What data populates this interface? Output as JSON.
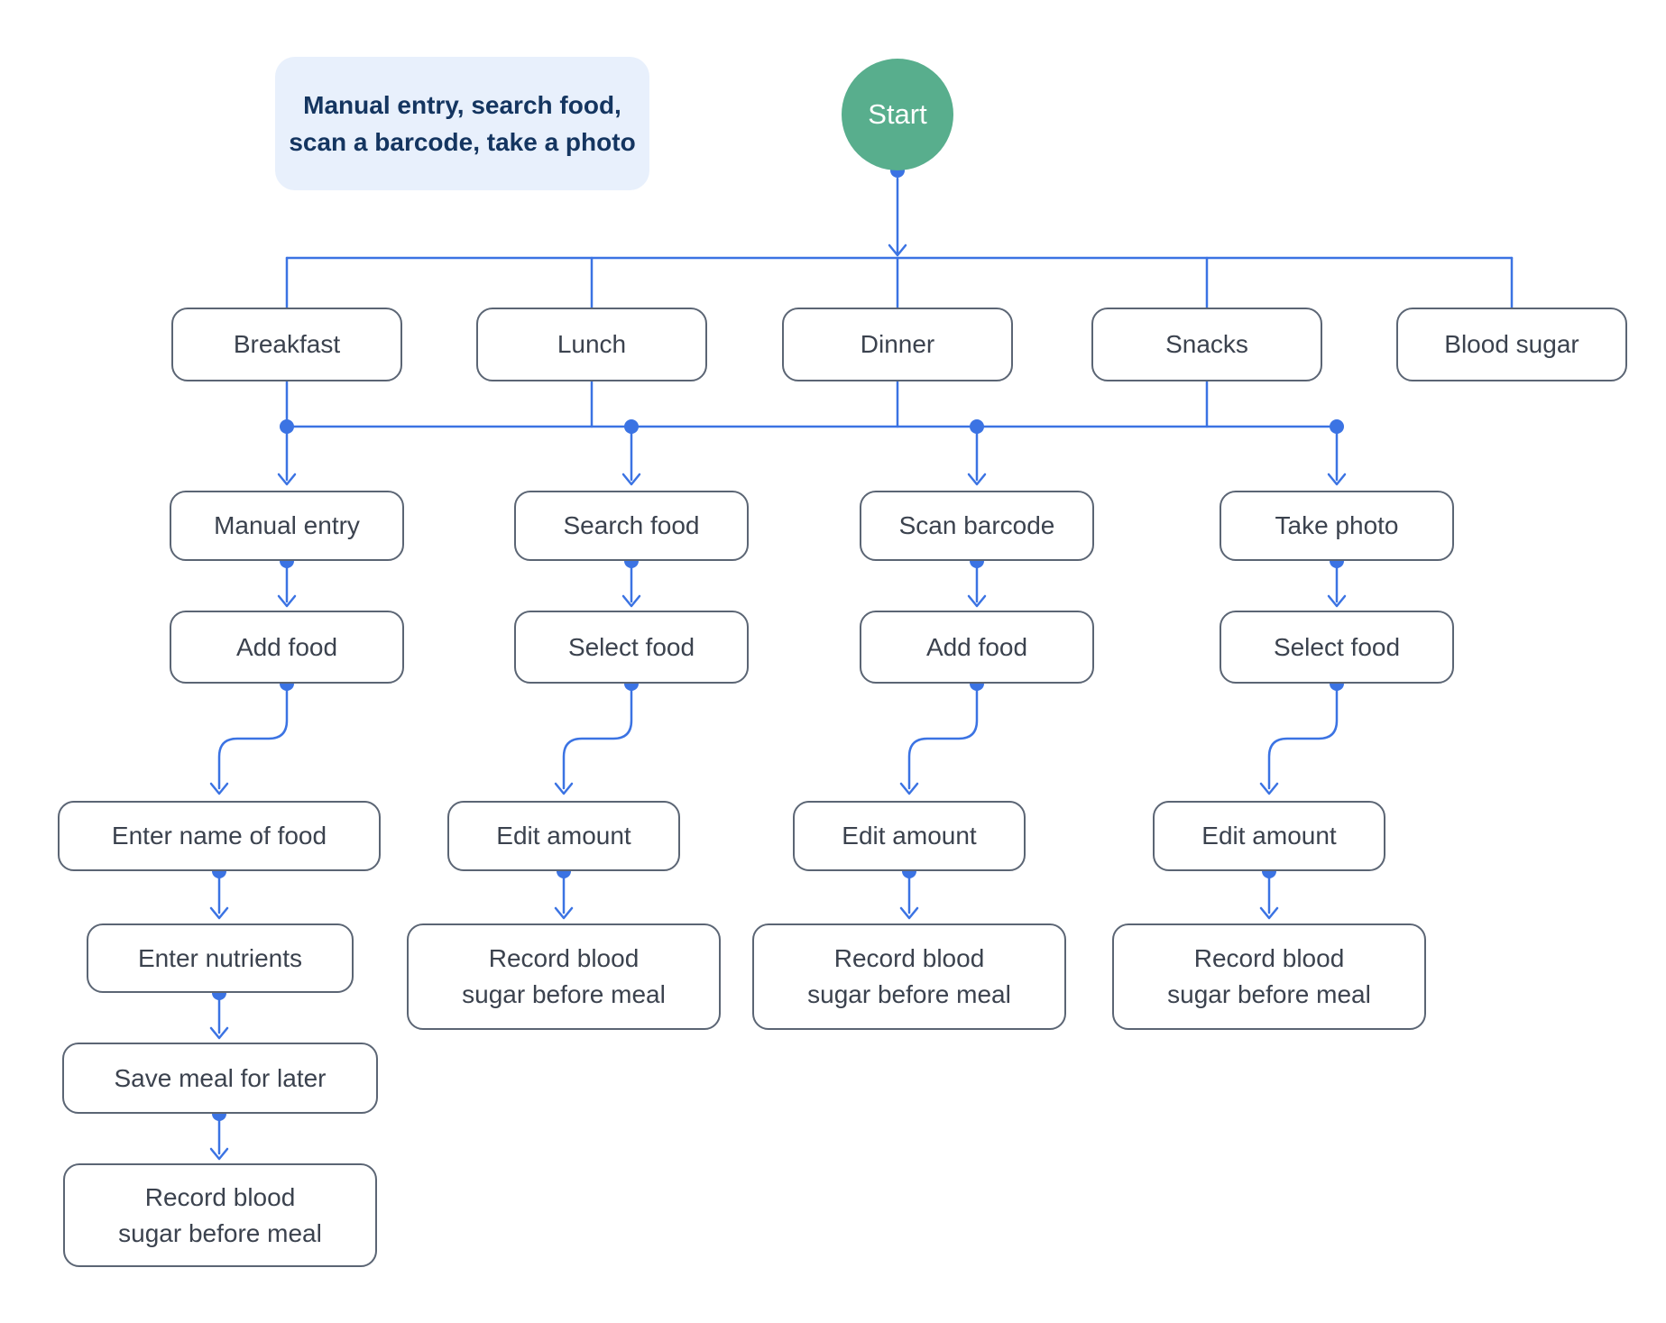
{
  "flow": {
    "note": {
      "line1": "Manual entry, search food,",
      "line2": "scan a barcode, take a photo"
    },
    "start": "Start",
    "meals": {
      "breakfast": "Breakfast",
      "lunch": "Lunch",
      "dinner": "Dinner",
      "snacks": "Snacks",
      "blood_sugar": "Blood sugar"
    },
    "methods": {
      "manual_entry": "Manual entry",
      "search_food": "Search food",
      "scan_barcode": "Scan barcode",
      "take_photo": "Take photo"
    },
    "steps": {
      "add_food_manual": "Add food",
      "select_food_search": "Select food",
      "add_food_barcode": "Add food",
      "select_food_photo": "Select food",
      "enter_name_of_food": "Enter name of food",
      "edit_amount_search": "Edit amount",
      "edit_amount_barcode": "Edit amount",
      "edit_amount_photo": "Edit amount",
      "enter_nutrients": "Enter nutrients",
      "save_meal_for_later": "Save meal for later"
    },
    "record_blood_sugar": {
      "line1": "Record blood",
      "line2": "sugar before meal"
    },
    "colors": {
      "connector_blue": "#3B73E3",
      "start_green": "#58AE8D",
      "note_bg": "#E8F0FC",
      "note_text": "#143560",
      "node_border": "#5B6574",
      "node_text": "#3B424E"
    }
  }
}
